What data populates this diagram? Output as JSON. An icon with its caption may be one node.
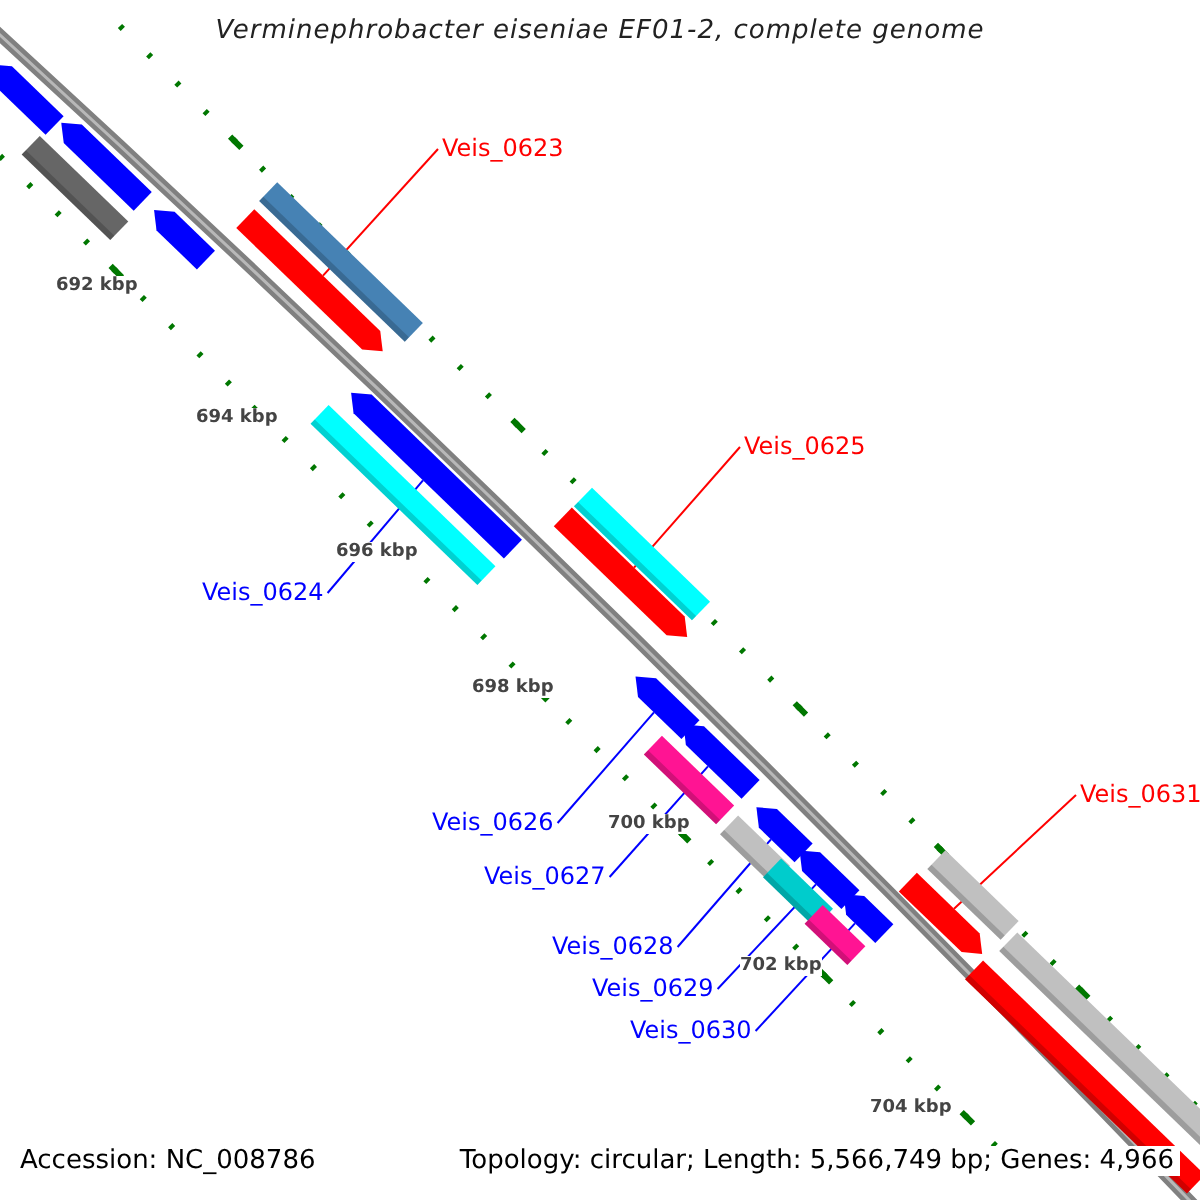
{
  "diagram": {
    "title": "Verminephrobacter eiseniae EF01-2, complete genome",
    "nodes": [
      {
        "text": [],
        "shape": "bar"
      },
      {
        "text": [],
        "shape": "bar"
      },
      {
        "text": [
          "Veis_0623"
        ]
      },
      {
        "text": [],
        "shape": "bar"
      },
      {
        "text": [],
        "shape": "bar"
      },
      {
        "text": [],
        "shape": "bar"
      },
      {
        "text": [],
        "shape": "bar"
      },
      {
        "text": [],
        "shape": "bar"
      },
      {
        "text": [],
        "shape": "bar"
      },
      {
        "text": [
          "Veis_0625"
        ]
      },
      {
        "text": [],
        "shape": "bar"
      },
      {
        "text": [],
        "shape": "bar"
      },
      {
        "text": [
          "Veis_0624"
        ]
      },
      {
        "text": [],
        "shape": "bar"
      },
      {
        "text": [],
        "shape": "bar"
      },
      {
        "text": [],
        "shape": "bar"
      },
      {
        "text": [
          "Veis_0631"
        ]
      },
      {
        "text": [],
        "shape": "bar"
      },
      {
        "text": [
          "Veis_0626"
        ]
      },
      {
        "text": [],
        "shape": "bar"
      },
      {
        "text": [],
        "shape": "bar"
      },
      {
        "text": [],
        "shape": "bar"
      },
      {
        "text": [
          "Veis_0627"
        ]
      },
      {
        "text": [],
        "shape": "bar"
      },
      {
        "text": [],
        "shape": "bar"
      },
      {
        "text": [],
        "shape": "bar"
      },
      {
        "text": [],
        "shape": "bar"
      },
      {
        "text": [
          "Veis_0628"
        ]
      },
      {
        "text": [],
        "shape": "bar"
      },
      {
        "text": [],
        "shape": "bar"
      },
      {
        "text": [
          "Veis_0629"
        ]
      },
      {
        "text": [
          "Veis_0630"
        ]
      }
    ],
    "edges": [
      {
        "from": 2,
        "to": 6,
        "arrow": "none",
        "color": "#ff0000"
      },
      {
        "from": 9,
        "to": 11,
        "arrow": "none",
        "color": "#ff0000"
      },
      {
        "from": 12,
        "to": 7,
        "arrow": "none"
      },
      {
        "from": 16,
        "to": 24,
        "arrow": "none",
        "color": "#ff0000"
      },
      {
        "from": 18,
        "to": 13,
        "arrow": "none"
      },
      {
        "from": 22,
        "to": 14,
        "arrow": "none"
      },
      {
        "from": 27,
        "to": 17,
        "arrow": "none"
      },
      {
        "from": 30,
        "to": 20,
        "arrow": "none"
      },
      {
        "from": 31,
        "to": 25,
        "arrow": "none"
      }
    ],
    "labels": [
      "692 kbp",
      "694 kbp",
      "696 kbp",
      "698 kbp",
      "700 kbp",
      "702 kbp",
      "704 kbp",
      "Accession: NC_008786",
      "Topology: circular; Length: 5,566,749 bp; Genes: 4,966"
    ]
  }
}
